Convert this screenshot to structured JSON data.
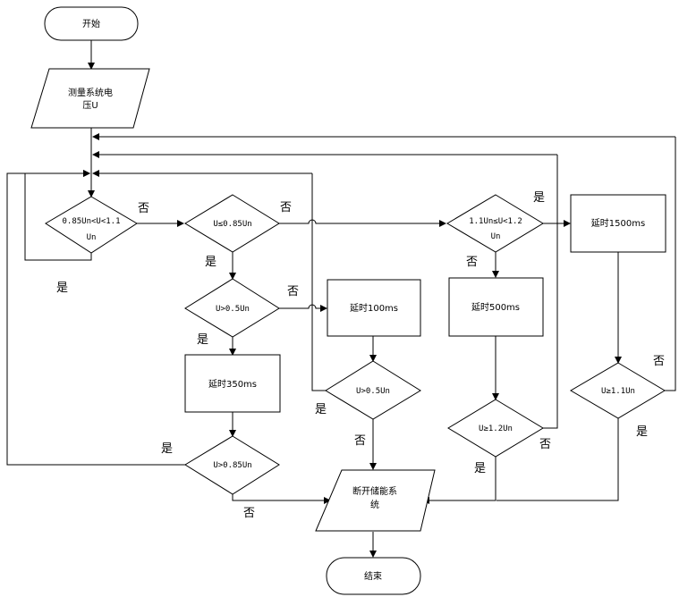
{
  "nodes": {
    "start": "开始",
    "measure_line1": "测量系统电",
    "measure_line2": "压U",
    "d1_line1": "0.85Un<U<1.1",
    "d1_line2": "Un",
    "d2": "U≤0.85Un",
    "d3": "U>0.5Un",
    "delay350": "延时350ms",
    "d4": "U>0.85Un",
    "delay100": "延时100ms",
    "d5": "U>0.5Un",
    "d6_line1": "1.1Un≤U<1.2",
    "d6_line2": "Un",
    "delay500": "延时500ms",
    "d7": "U≥1.2Un",
    "delay1500": "延时1500ms",
    "d8": "U≥1.1Un",
    "disconnect_line1": "断开储能系",
    "disconnect_line2": "统",
    "end": "结束"
  },
  "labels": {
    "yes": "是",
    "no": "否"
  }
}
